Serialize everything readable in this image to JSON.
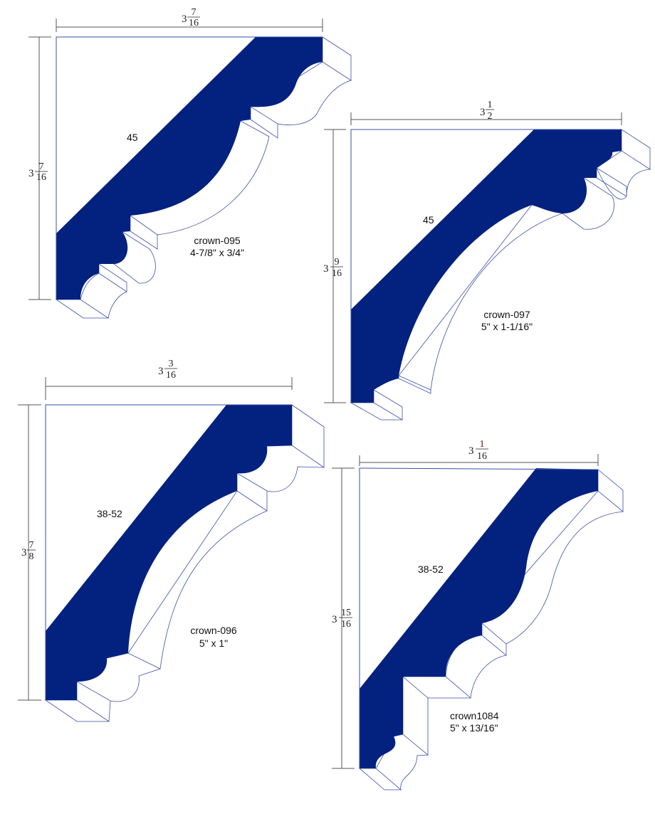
{
  "colors": {
    "profile_fill": "#03217e",
    "outline": "#3a4fa8",
    "dimension_line": "#555555"
  },
  "moldings": [
    {
      "name": "crown-095",
      "size": "4-7/8\" x 3/4\"",
      "angle": "45",
      "width_dim": {
        "whole": "3",
        "num": "7",
        "den": "16"
      },
      "height_dim": {
        "whole": "3",
        "num": "7",
        "den": "16"
      }
    },
    {
      "name": "crown-097",
      "size": "5\" x 1-1/16\"",
      "angle": "45",
      "width_dim": {
        "whole": "3",
        "num": "1",
        "den": "2"
      },
      "height_dim": {
        "whole": "3",
        "num": "9",
        "den": "16"
      }
    },
    {
      "name": "crown-096",
      "size": "5\" x 1\"",
      "angle": "38-52",
      "width_dim": {
        "whole": "3",
        "num": "3",
        "den": "16"
      },
      "height_dim": {
        "whole": "3",
        "num": "7",
        "den": "8"
      }
    },
    {
      "name": "crown1084",
      "size": "5\" x 13/16\"",
      "angle": "38-52",
      "width_dim": {
        "whole": "3",
        "num": "1",
        "den": "16"
      },
      "height_dim": {
        "whole": "3",
        "num": "15",
        "den": "16"
      }
    }
  ]
}
